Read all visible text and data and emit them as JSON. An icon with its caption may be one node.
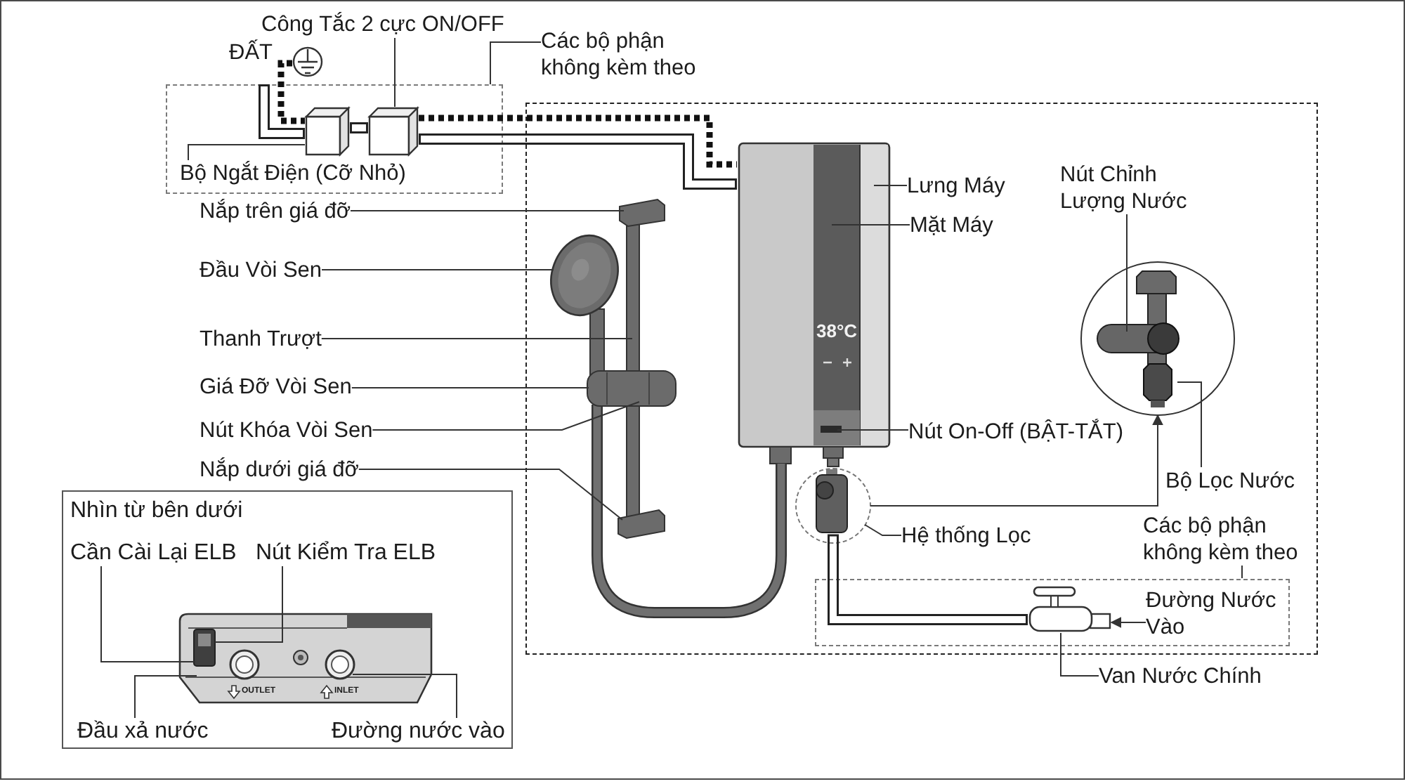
{
  "diagram": {
    "nodes": [
      {
        "text": [
          "Công Tắc 2 cực ON/OFF"
        ]
      },
      {
        "text": [],
        "shape": "picture"
      },
      {
        "text": [
          "Các bộ phận không kèm theo"
        ]
      },
      {
        "text": [],
        "shape": "box"
      },
      {
        "text": [],
        "shape": "box",
        "in": 3
      },
      {
        "text": [],
        "shape": "box",
        "in": 3
      },
      {
        "text": [
          "Bộ Ngắt Điện (Cỡ Nhỏ)"
        ],
        "in": 3
      },
      {
        "text": [],
        "shape": "box"
      },
      {
        "text": [],
        "shape": "picture",
        "in": 7
      },
      {
        "text": [
          "Lưng Máy"
        ],
        "in": 7
      },
      {
        "text": [
          "Nút Chỉnh Lượng Nước"
        ],
        "in": 7
      },
      {
        "text": [
          "Mặt Máy"
        ],
        "in": 7
      },
      {
        "text": [
          "Nắp trên giá đỡ"
        ]
      },
      {
        "text": [],
        "shape": "picture",
        "in": 7
      },
      {
        "text": [
          "Đầu Vòi Sen"
        ]
      },
      {
        "text": [
          "Thanh Trượt"
        ]
      },
      {
        "text": [
          "Giá Đỡ Vòi Sen"
        ]
      },
      {
        "text": [
          "Nút Khóa Vòi Sen"
        ]
      },
      {
        "text": [
          "Nắp dưới giá đỡ"
        ]
      },
      {
        "text": [],
        "shape": "circle",
        "in": 7
      },
      {
        "text": [],
        "shape": "picture",
        "in": 19
      },
      {
        "text": [
          "Nút On-Off (BẬT-TẮT)"
        ],
        "in": 7
      },
      {
        "text": [
          "Bộ Lọc Nước"
        ],
        "in": 7
      },
      {
        "text": [],
        "shape": "circle",
        "in": 7
      },
      {
        "text": [],
        "shape": "picture",
        "in": 23
      },
      {
        "text": [
          "Hệ thống Lọc"
        ],
        "in": 7
      },
      {
        "text": [
          "Các bộ phận không kèm theo"
        ],
        "in": 7
      },
      {
        "text": [],
        "shape": "box",
        "in": 7
      },
      {
        "text": [],
        "shape": "picture",
        "in": 27
      },
      {
        "text": [
          "Đường Nước Vào"
        ],
        "in": 27
      },
      {
        "text": [
          "Van Nước Chính"
        ]
      },
      {
        "text": [
          "Nhìn từ bên dưới"
        ]
      },
      {
        "text": [],
        "shape": "picture",
        "in": 31
      },
      {
        "text": [
          "Cần Cài Lại ELB"
        ],
        "in": 31
      },
      {
        "text": [
          "Nút Kiểm Tra ELB"
        ],
        "in": 31
      },
      {
        "text": [
          "Đầu xả nước"
        ],
        "in": 31
      },
      {
        "text": [
          "Đường nước vào"
        ],
        "in": 31
      }
    ],
    "edges": [
      {
        "from": 0,
        "to": 5,
        "arrow": "none"
      },
      {
        "from": 1,
        "to": 4,
        "arrow": "none",
        "style": "dashed"
      },
      {
        "from": null,
        "to": 4,
        "arrow": "none",
        "style": "thick"
      },
      {
        "from": 2,
        "to": 3,
        "arrow": "none"
      },
      {
        "from": 4,
        "to": 5,
        "arrow": "none",
        "style": "thick"
      },
      {
        "from": 5,
        "to": 8,
        "arrow": "none",
        "style": "dashed"
      },
      {
        "from": 5,
        "to": 8,
        "arrow": "none",
        "style": "thick"
      },
      {
        "from": 6,
        "to": 4,
        "arrow": "none"
      },
      {
        "from": 9,
        "to": 8,
        "arrow": "none"
      },
      {
        "from": 10,
        "to": 20,
        "arrow": "none"
      },
      {
        "from": 11,
        "to": 8,
        "arrow": "none"
      },
      {
        "from": 12,
        "to": 13,
        "arrow": "none"
      },
      {
        "from": 14,
        "to": 13,
        "arrow": "none"
      },
      {
        "from": 15,
        "to": 13,
        "arrow": "none"
      },
      {
        "from": 16,
        "to": 13,
        "arrow": "none"
      },
      {
        "from": 17,
        "to": 13,
        "arrow": "none"
      },
      {
        "from": 18,
        "to": 13,
        "arrow": "none"
      },
      {
        "from": 21,
        "to": 8,
        "arrow": "none"
      },
      {
        "from": 22,
        "to": 20,
        "arrow": "none"
      },
      {
        "from": 23,
        "to": 19,
        "arrow": "to"
      },
      {
        "from": 25,
        "to": 23,
        "arrow": "none"
      },
      {
        "from": 24,
        "to": 28,
        "arrow": "none",
        "style": "thick"
      },
      {
        "from": 26,
        "to": 27,
        "arrow": "none"
      },
      {
        "from": 29,
        "to": 28,
        "arrow": "to"
      },
      {
        "from": 30,
        "to": 28,
        "arrow": "none"
      },
      {
        "from": 33,
        "to": 32,
        "arrow": "none"
      },
      {
        "from": 34,
        "to": 32,
        "arrow": "none"
      },
      {
        "from": 35,
        "to": 32,
        "arrow": "none"
      },
      {
        "from": 36,
        "to": 32,
        "arrow": "none"
      }
    ],
    "labels": [
      "ĐẤT",
      "38°C",
      "OUTLET",
      "INLET"
    ]
  }
}
